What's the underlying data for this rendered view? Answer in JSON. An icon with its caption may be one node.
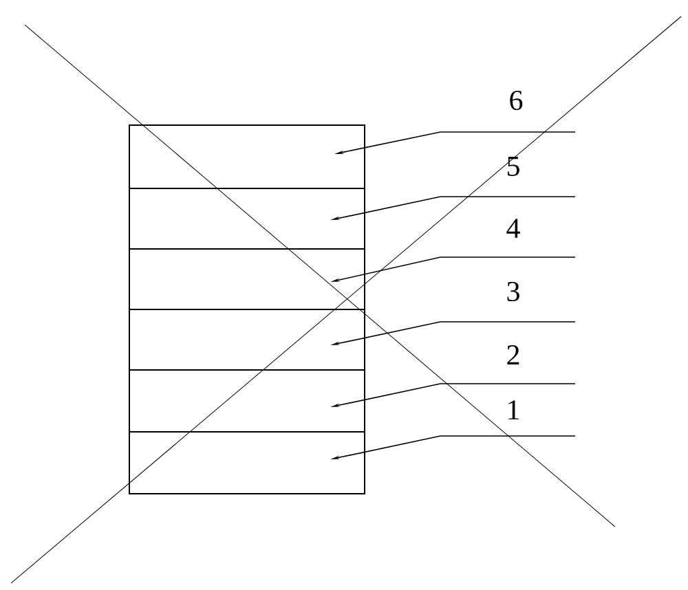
{
  "diagram": {
    "nodes": [
      {
        "text": [],
        "shape": "box"
      },
      {
        "text": [],
        "shape": "box"
      },
      {
        "text": [],
        "shape": "box"
      },
      {
        "text": [],
        "shape": "box"
      },
      {
        "text": [],
        "shape": "box"
      },
      {
        "text": [],
        "shape": "box"
      },
      {
        "text": [
          "6"
        ]
      },
      {
        "text": [
          "5"
        ]
      },
      {
        "text": [
          "4"
        ]
      },
      {
        "text": [
          "3"
        ]
      },
      {
        "text": [
          "2"
        ]
      },
      {
        "text": [
          "1"
        ]
      }
    ],
    "edges": [
      {
        "from": 6,
        "to": 0,
        "arrow": "to"
      },
      {
        "from": 7,
        "to": 1,
        "arrow": "to"
      },
      {
        "from": 8,
        "to": 2,
        "arrow": "to"
      },
      {
        "from": 9,
        "to": 3,
        "arrow": "to"
      },
      {
        "from": 10,
        "to": 4,
        "arrow": "to"
      },
      {
        "from": 11,
        "to": 5,
        "arrow": "to"
      }
    ]
  }
}
